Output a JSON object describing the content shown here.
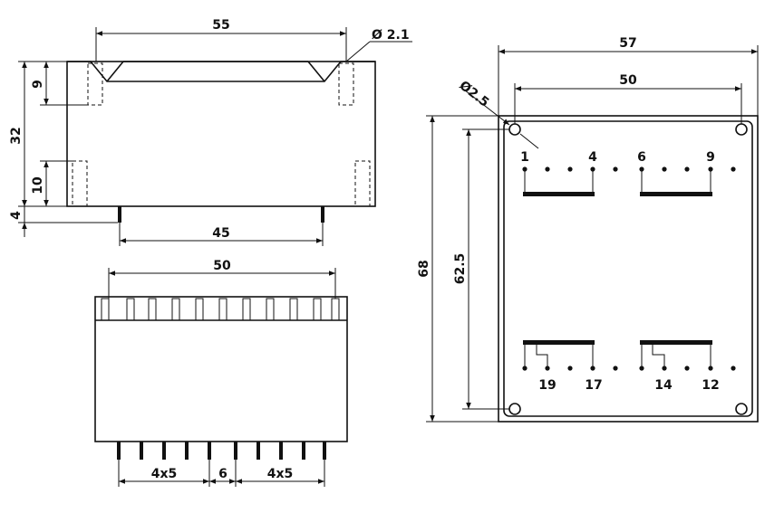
{
  "front_view": {
    "width_label": "55",
    "hole_label": "Ø 2.1",
    "height_label": "32",
    "top_label": "9",
    "bottom_label": "10",
    "pin_len_label": "4",
    "pin_span_label": "45"
  },
  "side_view": {
    "width_label": "50",
    "pitch_left_label": "4x5",
    "gap_label": "6",
    "pitch_right_label": "4x5"
  },
  "bottom_view": {
    "width_outer_label": "57",
    "width_inner_label": "50",
    "hole_label": "Ø2.5",
    "height_outer_label": "68",
    "height_inner_label": "62.5",
    "pins_top": [
      "1",
      "4",
      "6",
      "9"
    ],
    "pins_bottom": [
      "19",
      "17",
      "14",
      "12"
    ]
  }
}
